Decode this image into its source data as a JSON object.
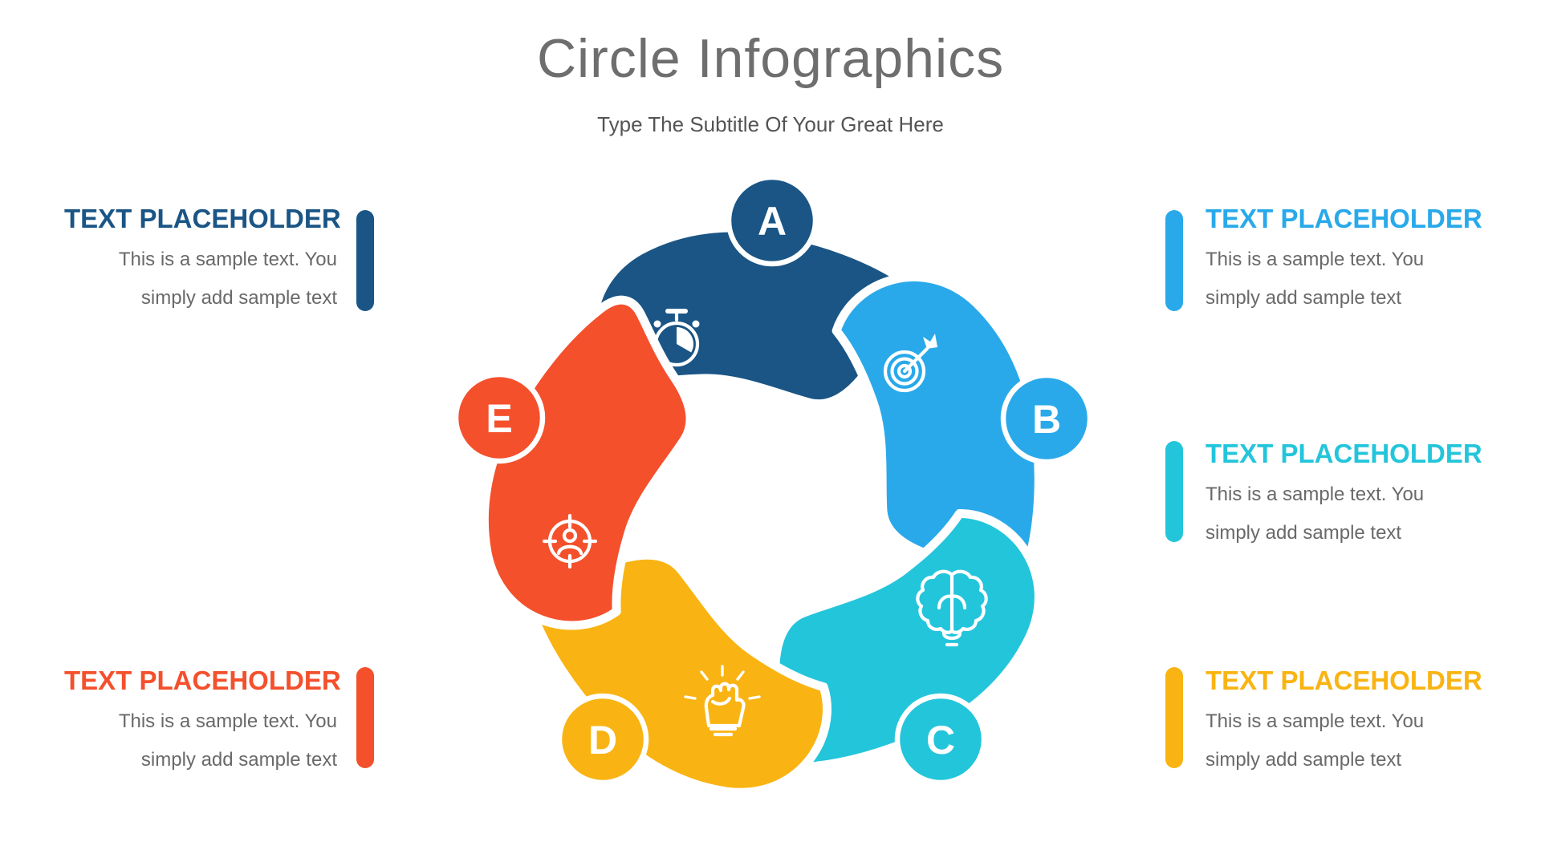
{
  "title": "Circle Infographics",
  "subtitle": "Type The Subtitle Of Your Great Here",
  "body_text_color": "#696969",
  "segments": [
    {
      "letter": "A",
      "color": "#1A5585",
      "icon": "stopwatch-icon",
      "heading": "TEXT PLACEHOLDER",
      "line1": "This is a sample text. You",
      "line2": "simply add sample text"
    },
    {
      "letter": "B",
      "color": "#29A9EA",
      "icon": "dart-target-icon",
      "heading": "TEXT PLACEHOLDER",
      "line1": "This is a sample text. You",
      "line2": "simply add sample text"
    },
    {
      "letter": "C",
      "color": "#23C5DB",
      "icon": "brain-icon",
      "heading": "TEXT PLACEHOLDER",
      "line1": "This is a sample text. You",
      "line2": "simply add sample text"
    },
    {
      "letter": "D",
      "color": "#F9B413",
      "icon": "fist-icon",
      "heading": "TEXT PLACEHOLDER",
      "line1": "This is a sample text. You",
      "line2": "simply add sample text"
    },
    {
      "letter": "E",
      "color": "#F4502C",
      "icon": "person-target-icon",
      "heading": "TEXT PLACEHOLDER",
      "line1": "This is a sample text. You",
      "line2": "simply add sample text"
    }
  ]
}
